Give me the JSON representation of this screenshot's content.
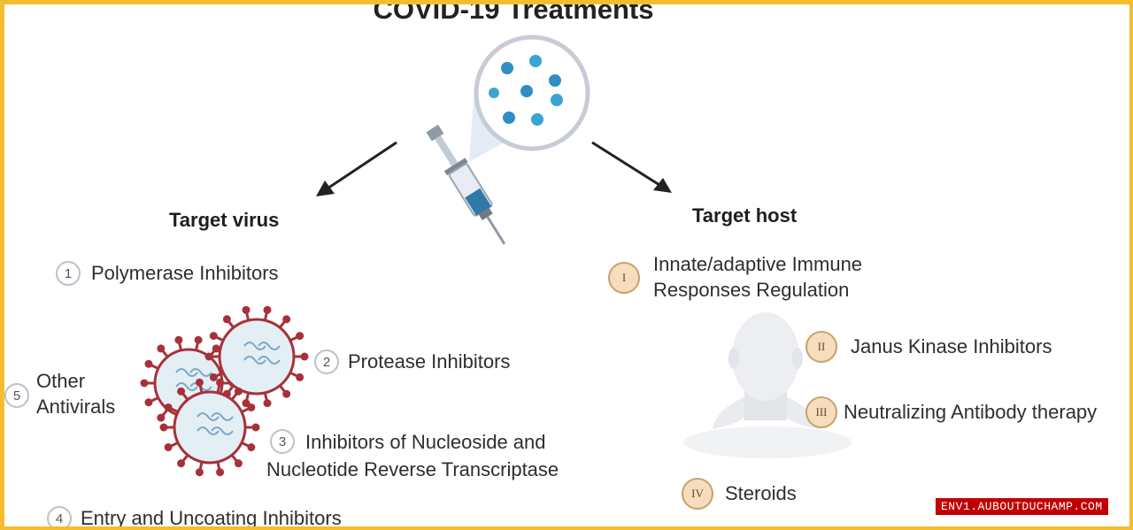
{
  "title": "COVID-19 Treatments",
  "target_virus": {
    "heading": "Target virus",
    "items": [
      {
        "badge": "1",
        "label": "Polymerase Inhibitors"
      },
      {
        "badge": "2",
        "label": "Protease Inhibitors"
      },
      {
        "badge": "3",
        "label_line1": "Inhibitors of Nucleoside and",
        "label_line2": "Nucleotide Reverse Transcriptase"
      },
      {
        "badge": "4",
        "label": "Entry and Uncoating Inhibitors"
      },
      {
        "badge": "5",
        "label_line1": "Other",
        "label_line2": "Antivirals"
      }
    ]
  },
  "target_host": {
    "heading": "Target host",
    "items": [
      {
        "badge": "I",
        "label_line1": "Innate/adaptive Immune",
        "label_line2": "Responses Regulation"
      },
      {
        "badge": "II",
        "label": "Janus Kinase Inhibitors"
      },
      {
        "badge": "III",
        "label": "Neutralizing Antibody therapy"
      },
      {
        "badge": "IV",
        "label": "Steroids"
      }
    ]
  },
  "watermark": "ENV1.AUBOUTDUCHAMP.COM",
  "colors": {
    "border": "#f2bd2f",
    "virus_spike": "#a6313a",
    "virus_body": "#e4eef5",
    "molecule": "#2f8fc4",
    "badge_roman_fill": "#f6ddbd",
    "watermark_bg": "#c00000"
  },
  "icons": [
    "syringe-icon",
    "magnified-molecules-icon",
    "coronavirus-icon",
    "human-head-icon",
    "arrow-icon"
  ]
}
